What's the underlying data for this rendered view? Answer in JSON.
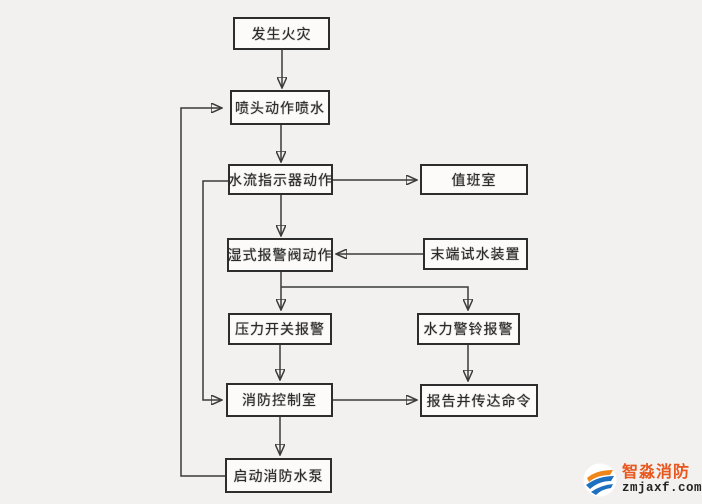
{
  "flowchart": {
    "nodes": [
      {
        "id": "fire-occurs",
        "label": "发生火灾"
      },
      {
        "id": "sprinkler-sprays",
        "label": "喷头动作喷水"
      },
      {
        "id": "water-flow-indicator",
        "label": "水流指示器动作"
      },
      {
        "id": "duty-room",
        "label": "值班室"
      },
      {
        "id": "wet-alarm-valve",
        "label": "湿式报警阀动作"
      },
      {
        "id": "end-test-device",
        "label": "末端试水装置"
      },
      {
        "id": "pressure-switch-alarm",
        "label": "压力开关报警"
      },
      {
        "id": "hydraulic-alarm-bell",
        "label": "水力警铃报警"
      },
      {
        "id": "fire-control-room",
        "label": "消防控制室"
      },
      {
        "id": "report-command",
        "label": "报告并传达命令"
      },
      {
        "id": "start-fire-pump",
        "label": "启动消防水泵"
      }
    ]
  },
  "logo": {
    "brand": "智淼消防",
    "domain": "zmjaxf.com",
    "brand_color": "#e8571d",
    "icon_orange": "#f08519",
    "icon_blue": "#1d6fc0"
  },
  "colors": {
    "background": "#f2f1ef",
    "box_border": "#2d2d2d",
    "line": "#3a3a3a"
  }
}
